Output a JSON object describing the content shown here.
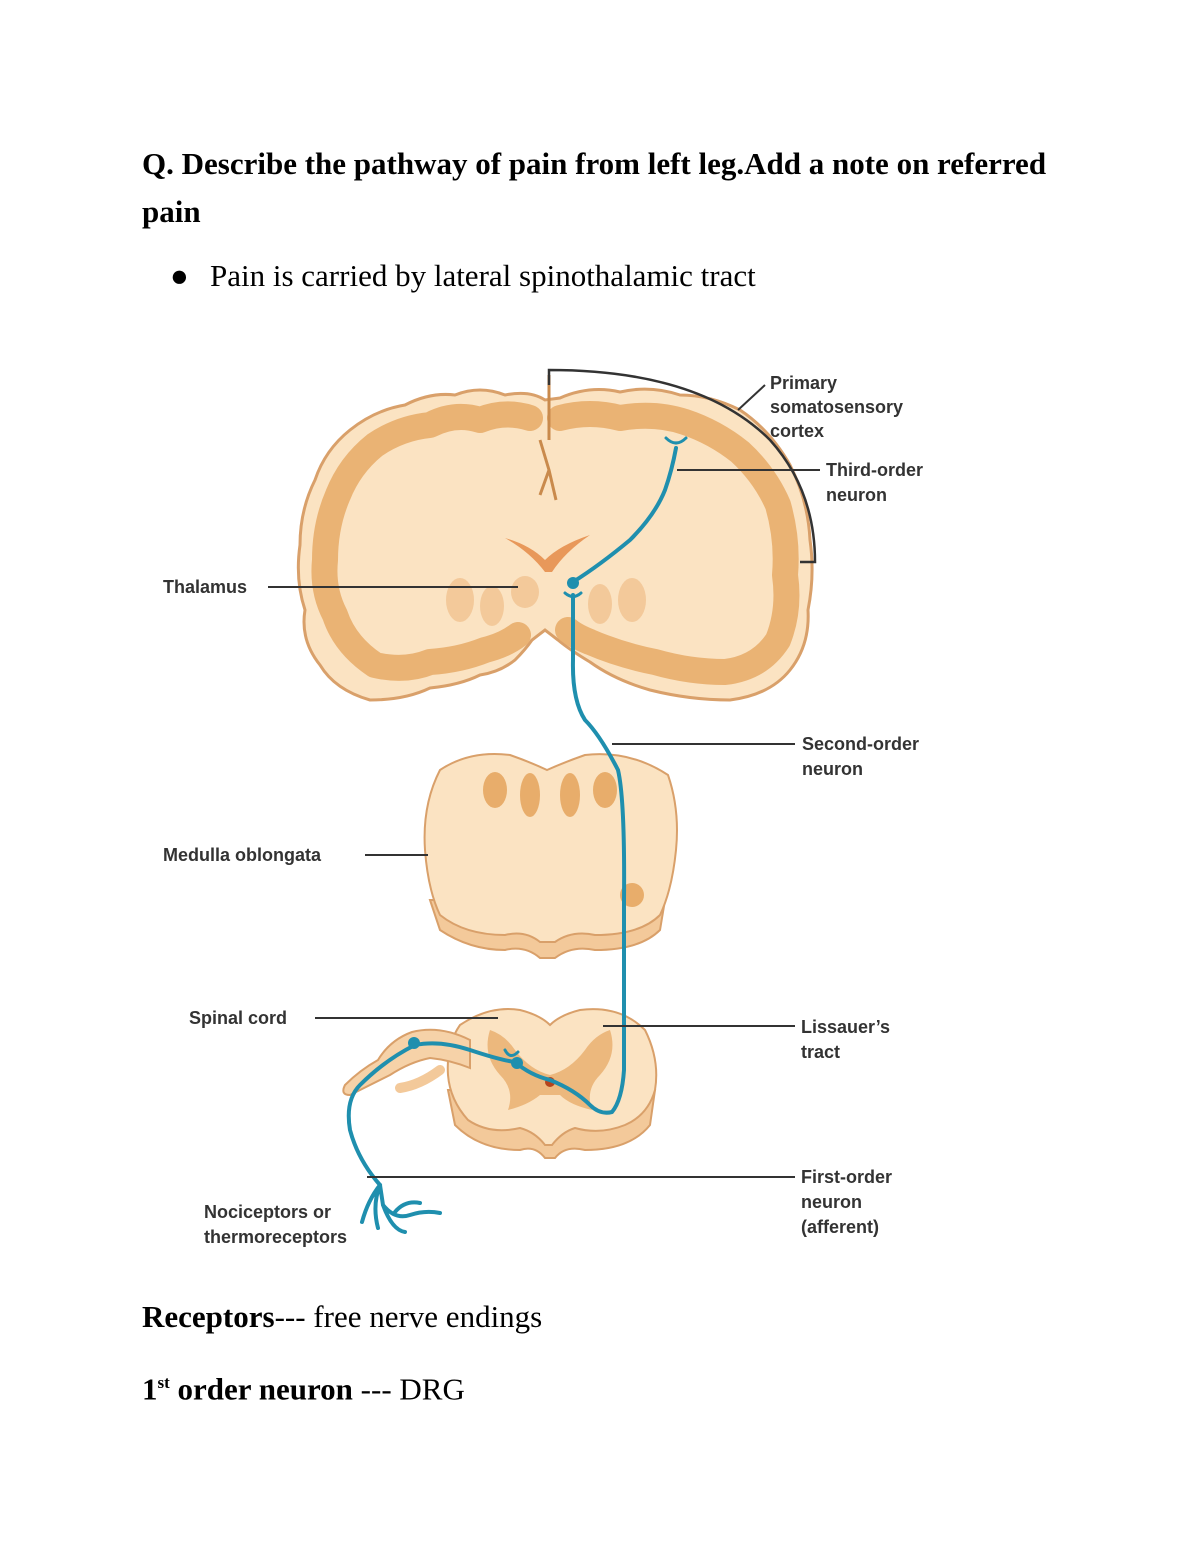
{
  "question": "Q. Describe the pathway of pain from left leg.Add a note on referred pain",
  "bullet": "Pain is carried by lateral spinothalamic tract",
  "figure": {
    "labels": {
      "primary_1": "Primary",
      "primary_2": "somatosensory",
      "primary_3": "cortex",
      "third_1": "Third-order",
      "third_2": "neuron",
      "thalamus": "Thalamus",
      "second_1": "Second-order",
      "second_2": "neuron",
      "medulla": "Medulla oblongata",
      "spinal": "Spinal cord",
      "lissauer_1": "Lissauer’s",
      "lissauer_2": "tract",
      "first_1": "First-order",
      "first_2": "neuron",
      "first_3": "(afferent)",
      "noci_1": "Nociceptors or",
      "noci_2": "thermoreceptors"
    },
    "colors": {
      "tissue": "#fbe3c2",
      "grey_matter": "#e8ad6b",
      "outline": "#d9a06a",
      "neuron": "#1f8fae",
      "leader": "#333333"
    }
  },
  "receptors": {
    "term": "Receptors",
    "sep": "---",
    "value": " free nerve endings"
  },
  "first_order": {
    "num": "1",
    "sup": "st",
    "term": " order neuron",
    "sep": " ---",
    "value": " DRG"
  }
}
